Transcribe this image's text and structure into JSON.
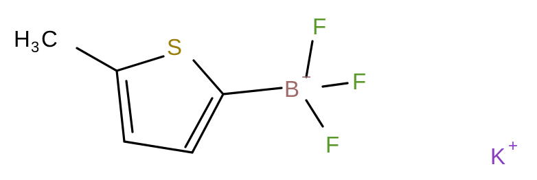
{
  "molecule": {
    "atoms": {
      "methyl_h": "H",
      "methyl_sub": "3",
      "methyl_c": "C",
      "sulfur": "S",
      "boron": "B",
      "boron_charge": "−",
      "fluorine_top": "F",
      "fluorine_right": "F",
      "fluorine_bottom": "F",
      "potassium": "K",
      "potassium_charge": "+"
    },
    "colors": {
      "bond": "#000000",
      "carbon_hydrogen": "#000000",
      "sulfur": "#9a7d0a",
      "boron": "#a06a6a",
      "fluorine": "#5a9a2a",
      "potassium": "#8a3fc0"
    }
  }
}
